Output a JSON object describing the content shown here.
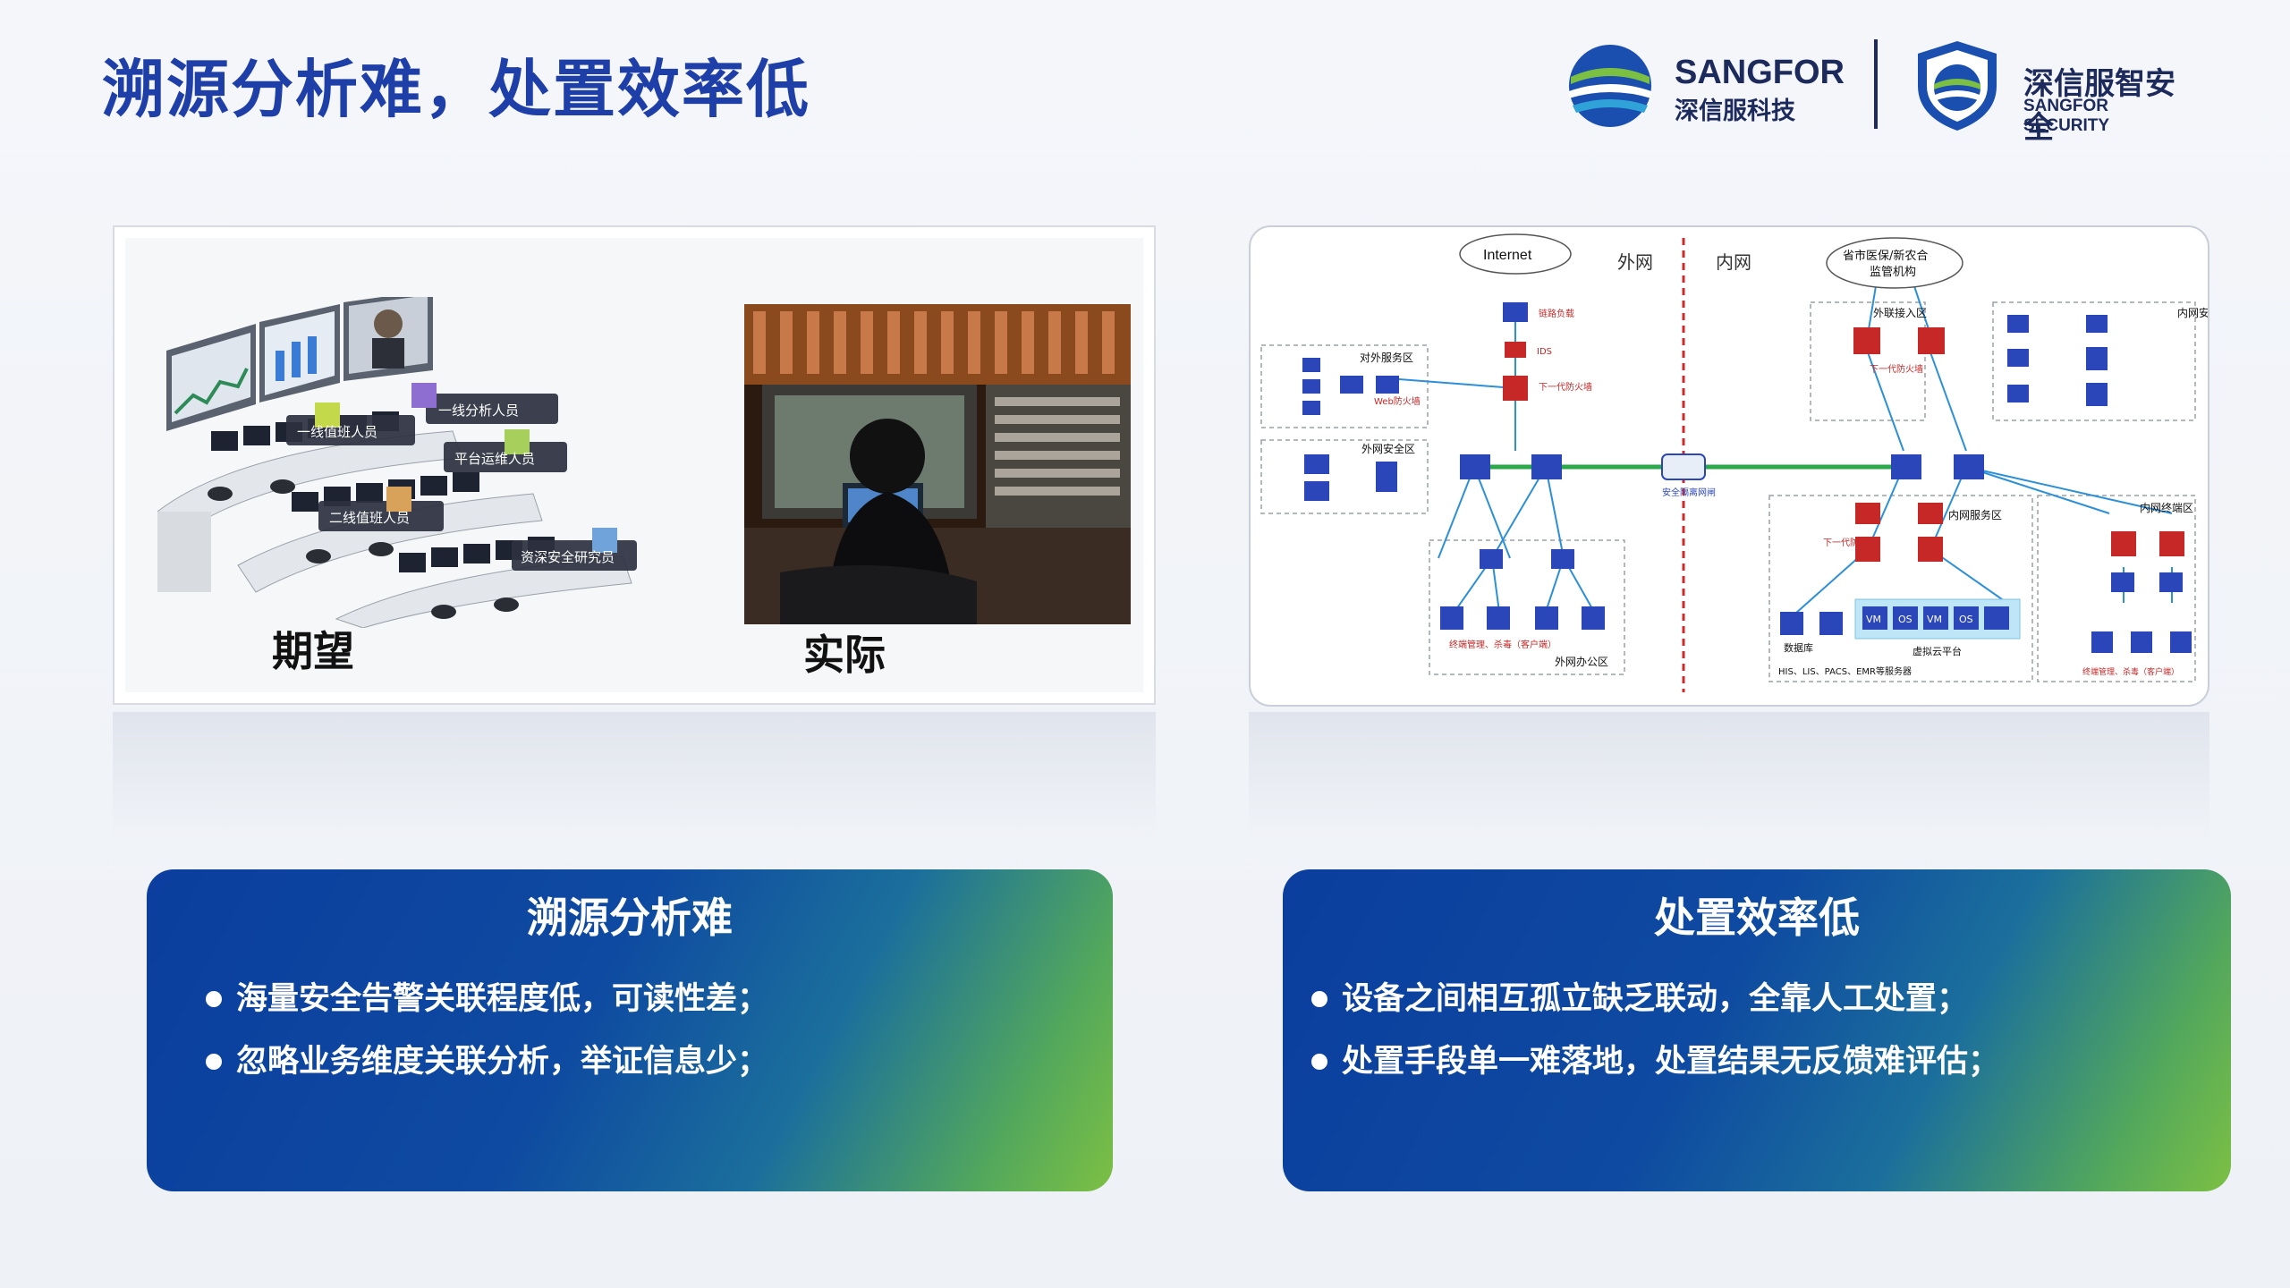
{
  "header": {
    "title": "溯源分析难，处置效率低",
    "brand": {
      "name": "SANGFOR",
      "name_cn": "深信服科技",
      "security_cn": "深信服智安全",
      "security_en": "SANGFOR SECURITY"
    }
  },
  "left_panel": {
    "expect_label": "期望",
    "actual_label": "实际",
    "roles": [
      "一线分析人员",
      "一线值班人员",
      "平台运维人员",
      "二线值班人员",
      "资深安全研究员"
    ]
  },
  "network": {
    "internet": "Internet",
    "outer_label": "外网",
    "inner_label": "内网",
    "regulator": [
      "省市医保/新农合",
      "监管机构"
    ],
    "ext_access": "外联接入区",
    "ext_service": "对外服务区",
    "ext_security": "外网安全区",
    "ext_office": "外网办公区",
    "inner_service": "内网服务区",
    "inner_security": "内网安全区",
    "inner_terminal": "内网终端区",
    "ngfw": "下一代防火墙",
    "web_fw": "Web防火墙",
    "link_lb": "链路负载",
    "ids": "IDS",
    "terminal_mgmt": "终端管理、杀毒（客户端）",
    "database": "数据库",
    "vcloud": "虚拟云平台",
    "servers": "HIS、LIS、PACS、EMR等服务器",
    "isolation": "安全隔离网闸",
    "vm": "VM",
    "os": "OS"
  },
  "cards": [
    {
      "title": "溯源分析难",
      "items": [
        "海量安全告警关联程度低，可读性差；",
        "忽略业务维度关联分析，举证信息少；"
      ]
    },
    {
      "title": "处置效率低",
      "items": [
        "设备之间相互孤立缺乏联动，全靠人工处置；",
        "处置手段单一难落地，处置结果无反馈难评估；"
      ]
    }
  ],
  "colors": {
    "title": "#1f3fa8",
    "card_start": "#0b3e9e",
    "card_end": "#7cc043",
    "firewall": "#c62828",
    "switch": "#2b46b8"
  }
}
